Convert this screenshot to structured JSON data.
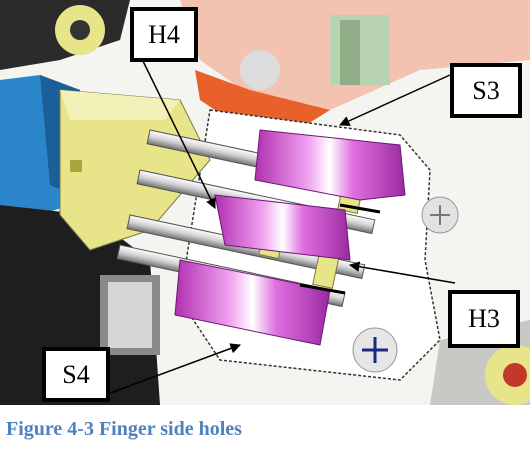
{
  "callouts": {
    "h4": "H4",
    "s3": "S3",
    "h3": "H3",
    "s4": "S4"
  },
  "caption": "Figure 4-3 Finger side holes",
  "colors": {
    "caption": "#4f81bd",
    "magenta_parts": "#d94fd6",
    "yellow_parts": "#e8e48a",
    "blue_part": "#2a86c8",
    "orange_part": "#e8602a"
  }
}
